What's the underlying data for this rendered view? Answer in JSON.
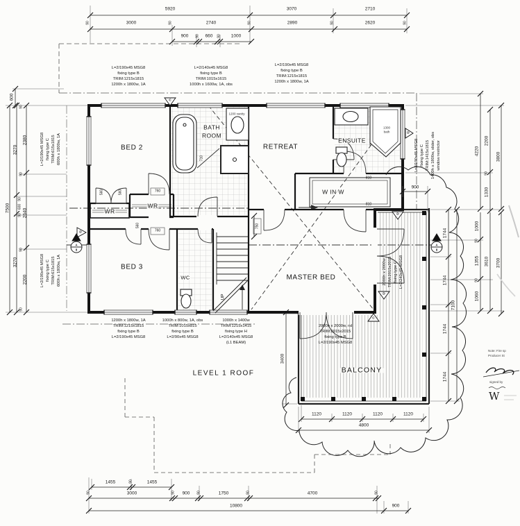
{
  "drawing": {
    "plan_label": "LEVEL 1 ROOF",
    "rooms": {
      "bed2": "BED 2",
      "bed3": "BED 3",
      "bath1": "BATH",
      "bath2": "ROOM",
      "retreat": "RETREAT",
      "ensuite": "ENSUITE",
      "winw": "W IN W",
      "master": "MASTER BED",
      "balcony": "BALCONY",
      "wr1": "WR",
      "wr2": "WR",
      "wc": "WC",
      "up": "UP"
    },
    "fixtures": {
      "vanity": "1200 vanity",
      "bath_size": "1300",
      "bath_word": "bath"
    },
    "doors": {
      "d560a": "560",
      "d560b": "560",
      "d760a": "760",
      "d560c": "560",
      "d760b": "760",
      "d710": "710",
      "d810a": "810",
      "d810b": "810",
      "d750": "750"
    },
    "notes": {
      "top_left": [
        "L=2/190x45 MSG8",
        "fixing type B",
        "TRIM:1215x1815",
        "1200h x 1800w, 1A"
      ],
      "top_mid": [
        "L=2/140x45 MSG8",
        "fixing type B",
        "TRIM:1015x1615",
        "1000h x 1600w, 1A, obs"
      ],
      "top_right": [
        "L=2/190x45 MSG8",
        "fixing type B",
        "TRIM:1215x1815",
        "1200h x 1800w, 1A"
      ],
      "left_upper": [
        "L=2/190x45 MSG8",
        "fixing type C",
        "TRIM:615x1815",
        "600h x 1800w, 1A"
      ],
      "left_lower": [
        "L=2/190x45 MSG8",
        "fixing type C",
        "TRIM:615x1815",
        "600h x 1800w, 1A"
      ],
      "right_wall": [
        "L=2/190x45 MSG8",
        "fixing type C",
        "TRIM:1415x1815",
        "1400h x 1800w, slider, obs",
        "window restrictor"
      ],
      "bottom_1": [
        "1200h x 1800w, 1A",
        "TRIM:1215x1815",
        "fixing type B",
        "L=2/190x45 MSG8"
      ],
      "bottom_2": [
        "1000h x 800w, 1A, obs",
        "TRIM:1015x815",
        "fixing type B",
        "L=2/90x45 MSG8"
      ],
      "bottom_3": [
        "1000h x 1400w",
        "TRIM:1215x1415",
        "fixing type H",
        "L=2/140x45 MSG8",
        "(L1 BEAM)"
      ],
      "balcony_door": [
        "2000h x 2000w, rsl",
        "TRIM:2015x2015",
        "fixing type B",
        "L=2/190x45 MSG8"
      ],
      "deck_door": [
        "2000h x 2000w",
        "TRIM:2015x2015",
        "fixing type C",
        "L=2/240x45 MSG8"
      ]
    },
    "dims": {
      "top_row1": [
        "5920",
        "3070",
        "2710"
      ],
      "top_row2": [
        "90",
        "3000",
        "90",
        "2740",
        "90",
        "2890",
        "90",
        "2620",
        "90"
      ],
      "top_row3": [
        "900",
        "90",
        "660",
        "90",
        "1000"
      ],
      "left_overhang": "600",
      "left_total": "7500",
      "left_mid": [
        "3270",
        "3270"
      ],
      "left_inner": [
        "2380",
        "2640",
        "2200"
      ],
      "left_small": [
        "90",
        "90",
        "90",
        "600",
        "90",
        "90",
        "90"
      ],
      "right_upper_total": "4220",
      "right_upper_outer": "3800",
      "right_upper_segs": [
        "2200",
        "90",
        "1330"
      ],
      "right_lower_total": "3610",
      "right_lower_outer": "3700",
      "right_lower_segs": [
        "1000",
        "90",
        "1355",
        "90",
        "1060"
      ],
      "deck_offset": "900",
      "balc_right_total": "7100",
      "balc_right_segs": [
        "1744",
        "1744",
        "1744",
        "1744"
      ],
      "balc_left": "3400",
      "balc_bottom_total": "4800",
      "balc_bottom_segs": [
        "1120",
        "1120",
        "1120",
        "1120"
      ],
      "bottom_row1": [
        "1455",
        "90",
        "1455"
      ],
      "bottom_row2": [
        "90",
        "3000",
        "90",
        "900",
        "90",
        "1750",
        "90",
        "4700",
        "90"
      ],
      "bottom_row3": [
        "10800",
        "900"
      ]
    },
    "markers": {
      "c_top": "C",
      "d_right": "D",
      "d_deck_top": "D",
      "d_deck_low": "D",
      "c_balcony": "C",
      "d_left": "D",
      "sec_left_letter": "A",
      "sec_left_num": "8",
      "sec_right_letter": "A",
      "sec_right_num": "8"
    },
    "titleblock": {
      "note1": "Note: Fire sp",
      "note2": "Producer St",
      "signed": "signed by",
      "monogram": "W"
    }
  }
}
